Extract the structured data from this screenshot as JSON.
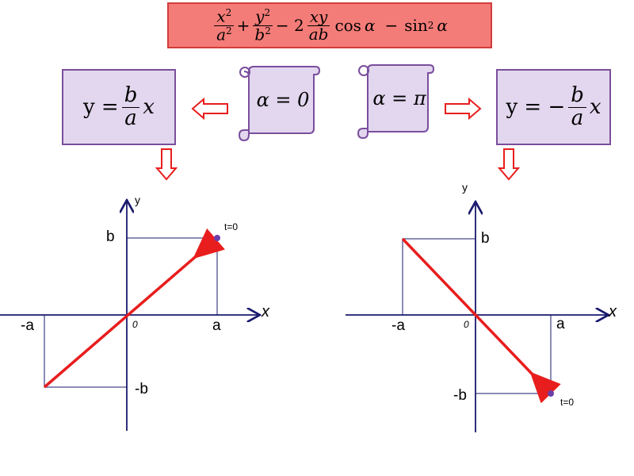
{
  "formula": {
    "t1_num": "x",
    "t1_num_exp": "2",
    "t1_den": "a",
    "t1_den_exp": "2",
    "plus": "+",
    "t2_num": "y",
    "t2_num_exp": "2",
    "t2_den": "b",
    "t2_den_exp": "2",
    "minus1": "− 2",
    "t3_num": "xy",
    "t3_den": "ab",
    "cos": "cos",
    "alpha1": "α",
    "minus2": "−",
    "sin": "sin",
    "sin_exp": "2",
    "alpha2": "α"
  },
  "left_eq": {
    "lhs": "y =",
    "num": "b",
    "den": "a",
    "var": "x"
  },
  "right_eq": {
    "lhs": "y = −",
    "num": "b",
    "den": "a",
    "var": "x"
  },
  "scroll_left": {
    "text": "α = 0"
  },
  "scroll_right": {
    "text": "α = π"
  },
  "colors": {
    "accent_red": "#e81d1d",
    "axis_blue": "#1a1a6e",
    "box_purple": "#7a4e9d",
    "point": "#6a3ea8"
  },
  "left_plot": {
    "y_axis": "y",
    "x_axis": "x",
    "b": "b",
    "minus_b": "-b",
    "a": "a",
    "minus_a": "-a",
    "origin": "0",
    "t0": "t=0"
  },
  "right_plot": {
    "y_axis": "y",
    "x_axis": "x",
    "b": "b",
    "minus_b": "-b",
    "a": "a",
    "minus_a": "-a",
    "origin": "0",
    "t0": "t=0"
  }
}
